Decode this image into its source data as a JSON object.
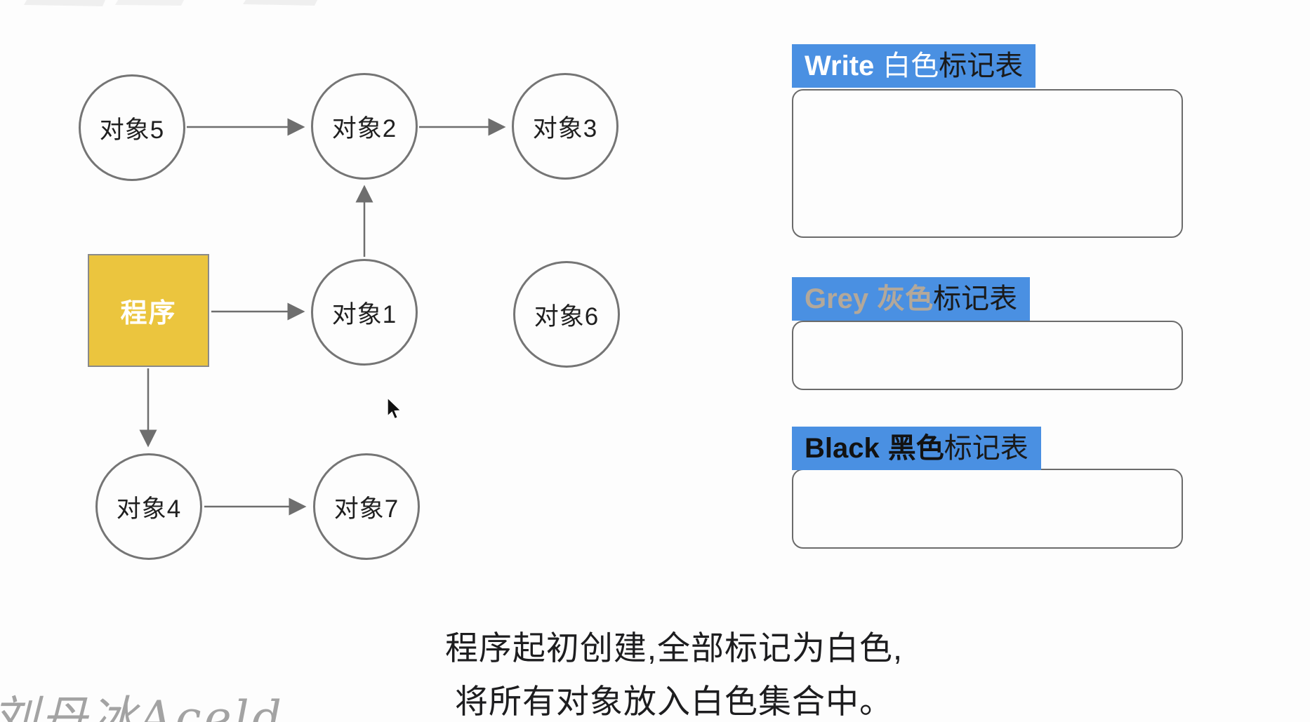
{
  "meta": {
    "background": "#fdfdfd"
  },
  "colors": {
    "label_bg": "#4a90e2",
    "program_fill": "#ebc53e",
    "program_text": "#ffffff",
    "node_border": "#757575",
    "arrow": "#6e6e6e",
    "box_border": "#6b6b6b",
    "white_word": "#ffffff",
    "grey_word": "#b3a89a",
    "black_word": "#121212",
    "label_suffix": "#1a1a1a",
    "caption_text": "#1d1d1f",
    "watermark_text_color": "#9a9a9a"
  },
  "diagram": {
    "program_label": "程序",
    "nodes": [
      {
        "id": "obj5",
        "label": "对象5"
      },
      {
        "id": "obj2",
        "label": "对象2"
      },
      {
        "id": "obj3",
        "label": "对象3"
      },
      {
        "id": "obj1",
        "label": "对象1"
      },
      {
        "id": "obj6",
        "label": "对象6"
      },
      {
        "id": "obj4",
        "label": "对象4"
      },
      {
        "id": "obj7",
        "label": "对象7"
      }
    ],
    "edges": [
      {
        "from": "对象5",
        "to": "对象2"
      },
      {
        "from": "对象2",
        "to": "对象3"
      },
      {
        "from": "对象1",
        "to": "对象2"
      },
      {
        "from": "程序",
        "to": "对象1"
      },
      {
        "from": "程序",
        "to": "对象4"
      },
      {
        "from": "对象4",
        "to": "对象7"
      }
    ]
  },
  "tables": [
    {
      "en": "Write",
      "cn": "白色",
      "suffix": "标记表"
    },
    {
      "en": "Grey",
      "cn": "灰色",
      "suffix": "标记表"
    },
    {
      "en": "Black",
      "cn": "黑色",
      "suffix": "标记表"
    }
  ],
  "caption": {
    "line1": "程序起初创建,全部标记为白色,",
    "line2": "将所有对象放入白色集合中。"
  },
  "watermark_text": "刘丹冰Aceld"
}
